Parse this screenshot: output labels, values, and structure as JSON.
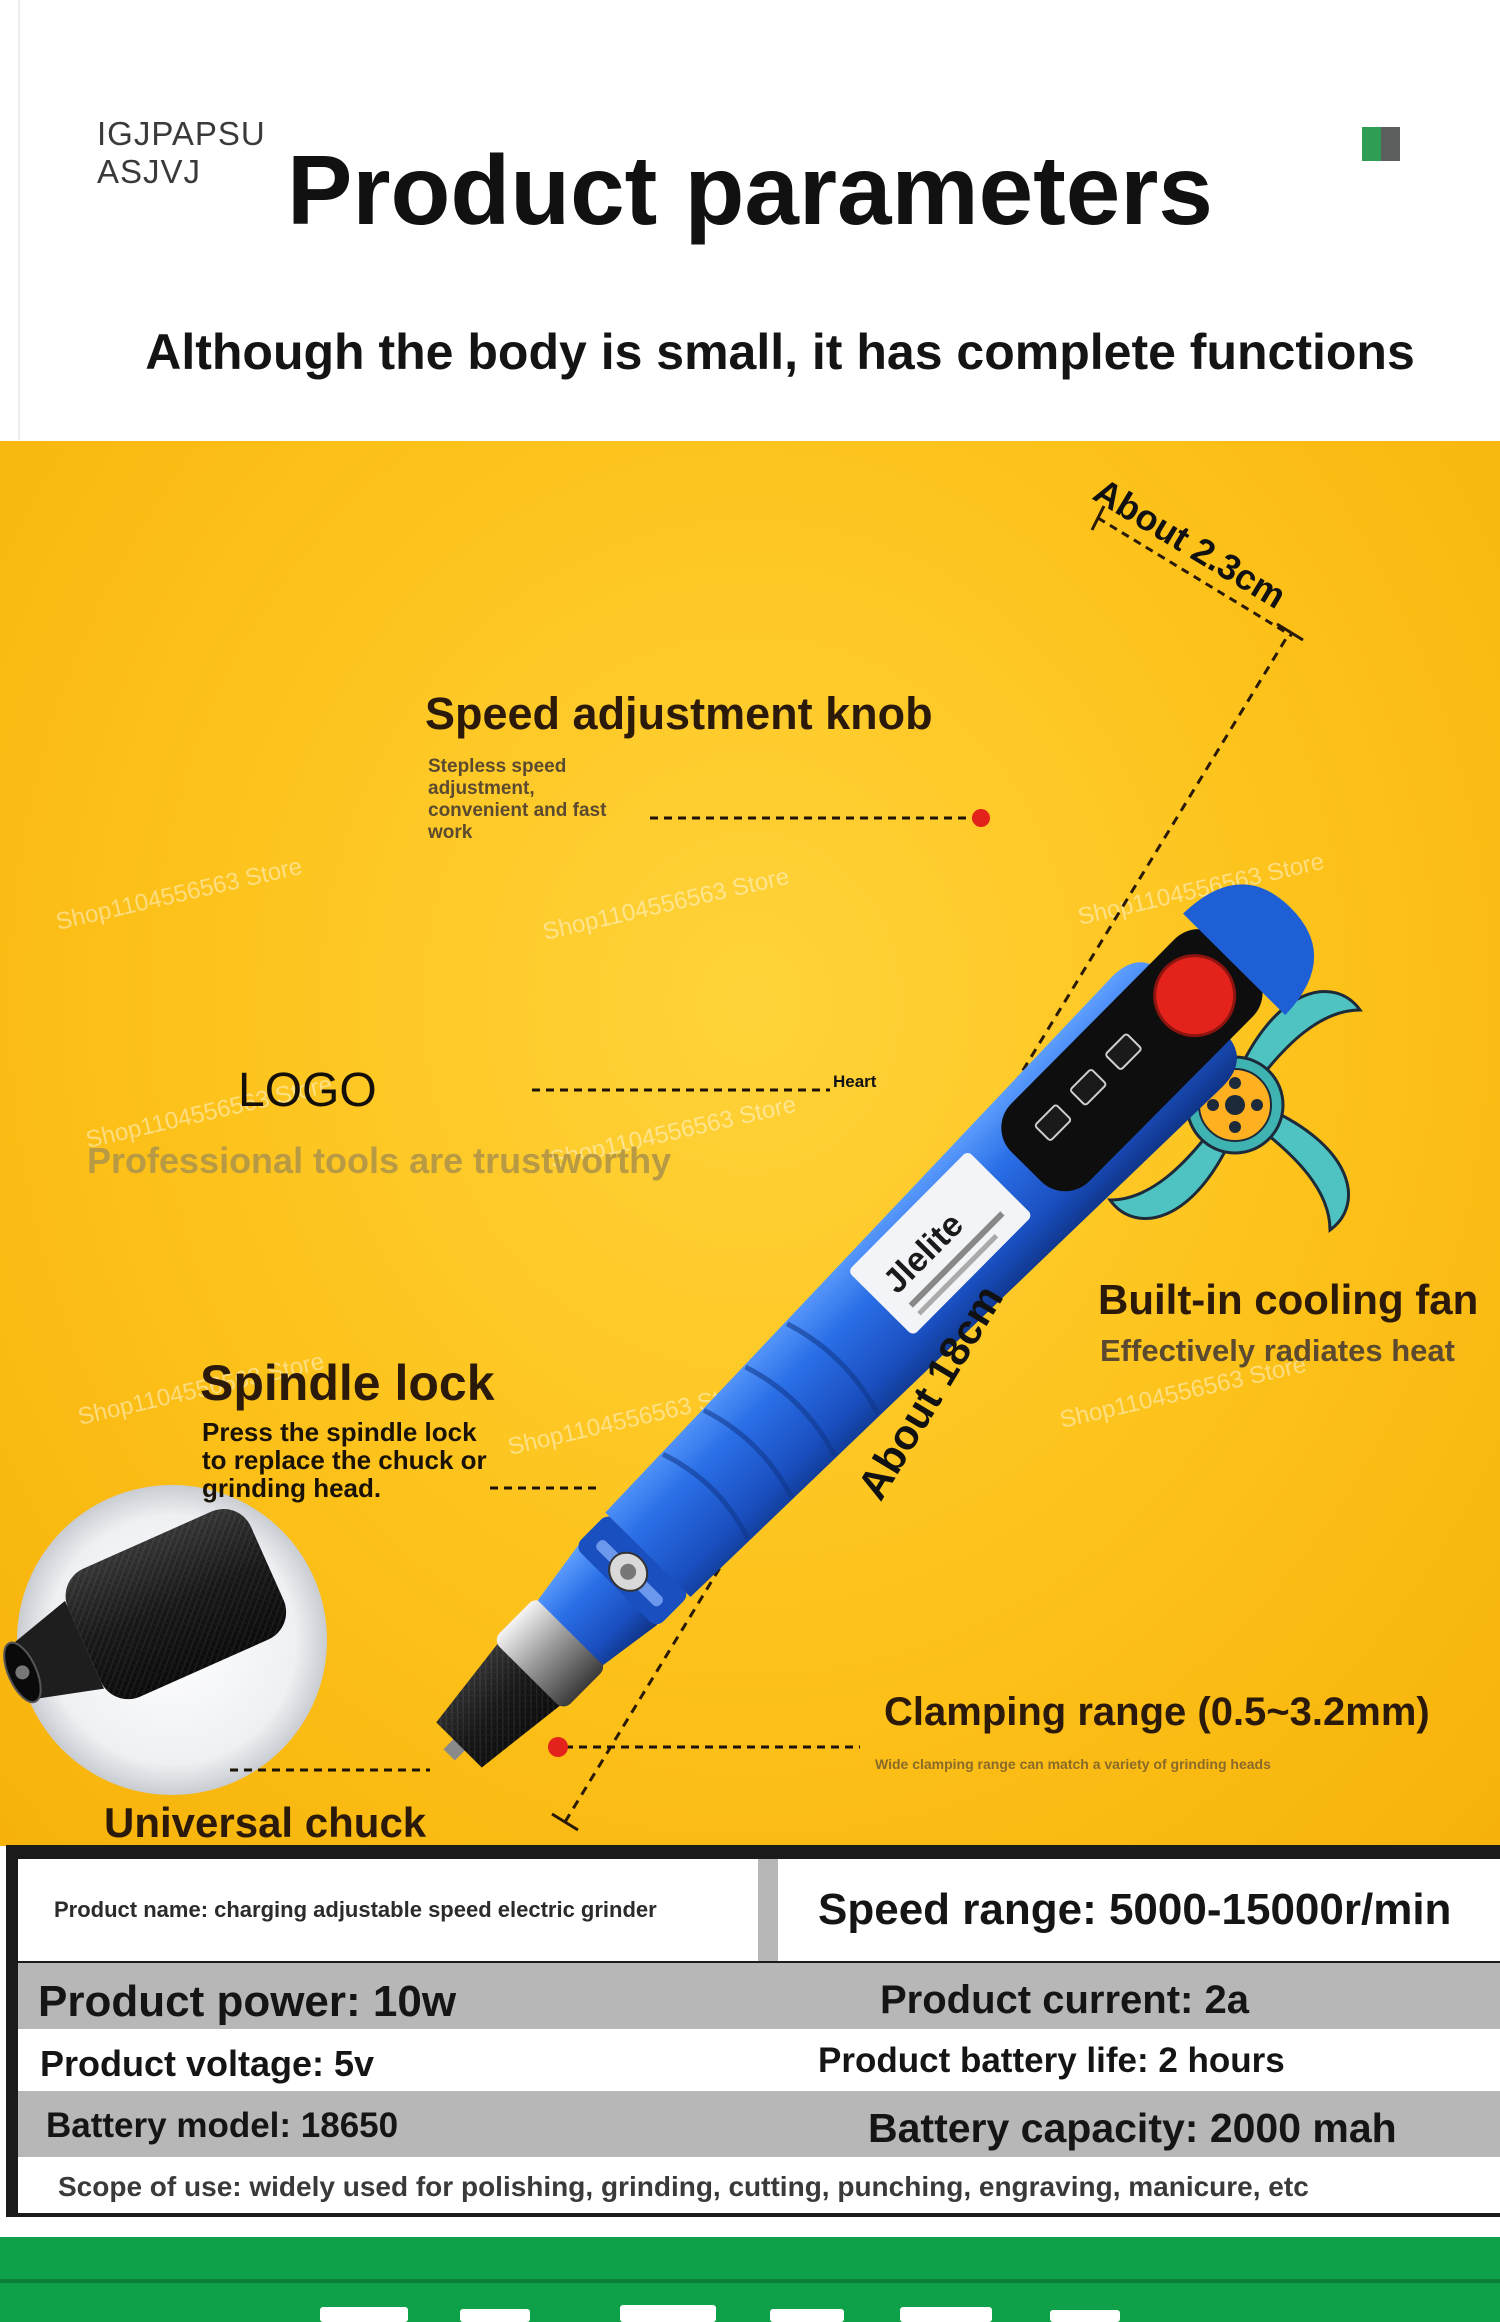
{
  "header": {
    "brand_line1": "IGJPAPSU",
    "brand_line2": "ASJVJ",
    "title": "Product parameters",
    "subtitle": "Although the body is small, it has complete functions"
  },
  "colors": {
    "yellow_bg": "#fdc21a",
    "tool_blue": "#1f5fd6",
    "accent_red": "#e3231b",
    "fan_teal": "#4fc3c2",
    "footer_green": "#0fa04a"
  },
  "illustration": {
    "dimension_length": "About 18cm",
    "dimension_width": "About 2.3cm",
    "tool_label": "Jlelite",
    "watermark": "Shop1104556563 Store"
  },
  "callouts": {
    "speed_knob": {
      "title": "Speed adjustment knob",
      "desc_line1": "Stepless speed",
      "desc_line2": "adjustment,",
      "desc_line3": "convenient and fast",
      "desc_line4": "work"
    },
    "logo": {
      "title": "LOGO",
      "marker": "Heart",
      "tagline": "Professional tools are trustworthy"
    },
    "spindle_lock": {
      "title": "Spindle lock",
      "desc_line1": "Press the spindle lock",
      "desc_line2": "to replace the chuck or",
      "desc_line3": "grinding head."
    },
    "cooling_fan": {
      "title": "Built-in cooling fan",
      "desc": "Effectively radiates heat"
    },
    "clamping": {
      "title": "Clamping range (0.5~3.2mm)",
      "desc": "Wide clamping range can match a variety of grinding heads"
    },
    "chuck": {
      "title": "Universal chuck"
    }
  },
  "specs": {
    "product_name": "Product name: charging adjustable speed electric grinder",
    "speed_range": "Speed range: 5000-15000r/min",
    "power": "Product power: 10w",
    "current": "Product current: 2a",
    "voltage": "Product voltage: 5v",
    "battery_life": "Product battery life: 2 hours",
    "battery_model": "Battery model: 18650",
    "battery_capacity": "Battery capacity: 2000 mah",
    "scope": "Scope of use: widely used for polishing, grinding, cutting, punching, engraving, manicure, etc"
  }
}
